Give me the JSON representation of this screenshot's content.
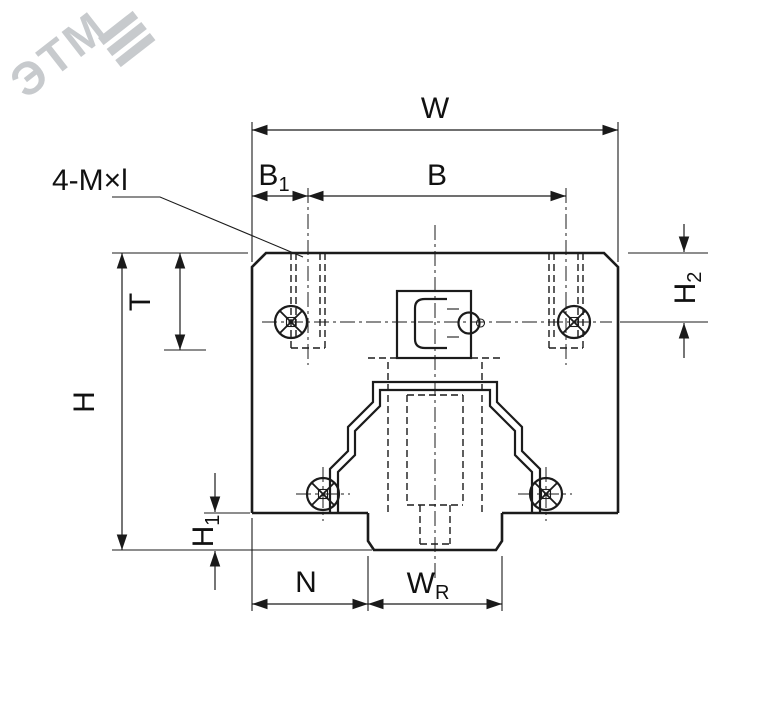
{
  "watermark": {
    "text": "ЭТМ"
  },
  "callout": {
    "bolt_pattern": "4-M×l"
  },
  "dimensions": {
    "width": {
      "label": "W"
    },
    "bolt_spacing": {
      "label": "B"
    },
    "bolt_edge": {
      "label": "B",
      "sub": "1"
    },
    "thread_depth": {
      "label": "T"
    },
    "height": {
      "label": "H"
    },
    "base_height": {
      "label": "H",
      "sub": "1"
    },
    "top_height": {
      "label": "H",
      "sub": "2"
    },
    "flange_width": {
      "label": "N"
    },
    "rail_width": {
      "label": "W",
      "sub": "R"
    }
  }
}
